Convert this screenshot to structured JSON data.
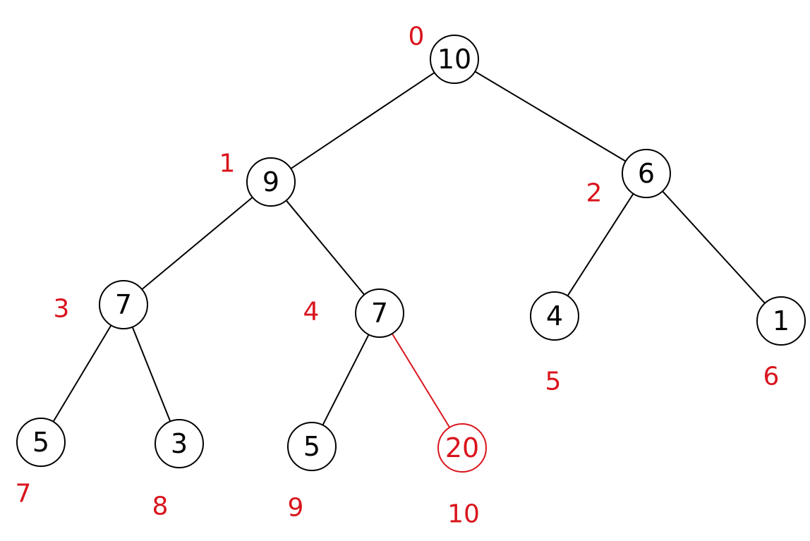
{
  "colors": {
    "line": "#000000",
    "highlight": "#d9141c",
    "index": "#d9141c"
  },
  "tree": {
    "nodes": [
      {
        "value": "10",
        "index": "0"
      },
      {
        "value": "9",
        "index": "1"
      },
      {
        "value": "6",
        "index": "2"
      },
      {
        "value": "7",
        "index": "3"
      },
      {
        "value": "7",
        "index": "4"
      },
      {
        "value": "4",
        "index": "5"
      },
      {
        "value": "1",
        "index": "6"
      },
      {
        "value": "5",
        "index": "7"
      },
      {
        "value": "3",
        "index": "8"
      },
      {
        "value": "5",
        "index": "9"
      },
      {
        "value": "20",
        "index": "10",
        "highlighted": true
      }
    ],
    "edges": [
      {
        "from": 0,
        "to": 1
      },
      {
        "from": 0,
        "to": 2
      },
      {
        "from": 1,
        "to": 3
      },
      {
        "from": 1,
        "to": 4
      },
      {
        "from": 2,
        "to": 5
      },
      {
        "from": 2,
        "to": 6
      },
      {
        "from": 3,
        "to": 7
      },
      {
        "from": 3,
        "to": 8
      },
      {
        "from": 4,
        "to": 9
      },
      {
        "from": 4,
        "to": 10,
        "highlighted": true
      }
    ]
  }
}
